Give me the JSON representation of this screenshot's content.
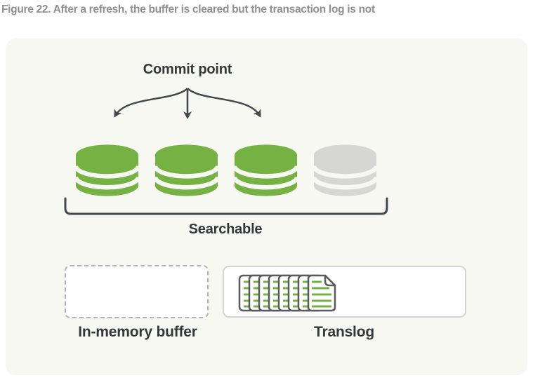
{
  "figure_caption": "Figure 22. After a refresh, the buffer is cleared but the transaction log is not",
  "diagram": {
    "commit_point": {
      "label": "Commit point"
    },
    "segments": [
      {
        "state": "committed"
      },
      {
        "state": "committed"
      },
      {
        "state": "committed"
      },
      {
        "state": "uncommitted"
      }
    ],
    "searchable": {
      "label": "Searchable"
    },
    "in_memory_buffer": {
      "label": "In-memory buffer",
      "contents": "empty"
    },
    "translog": {
      "label": "Translog",
      "document_count": 8
    }
  },
  "colors": {
    "green": "#76b243",
    "gray_segment": "#d6d6d3",
    "background": "#f7f8f2",
    "title_text": "#8e8f91",
    "dark_text": "#34383b",
    "line": "#42474b",
    "sheet_outline": "#595a5e",
    "box_border": "#d4d5cf",
    "dash_border": "#b1b2ae"
  }
}
